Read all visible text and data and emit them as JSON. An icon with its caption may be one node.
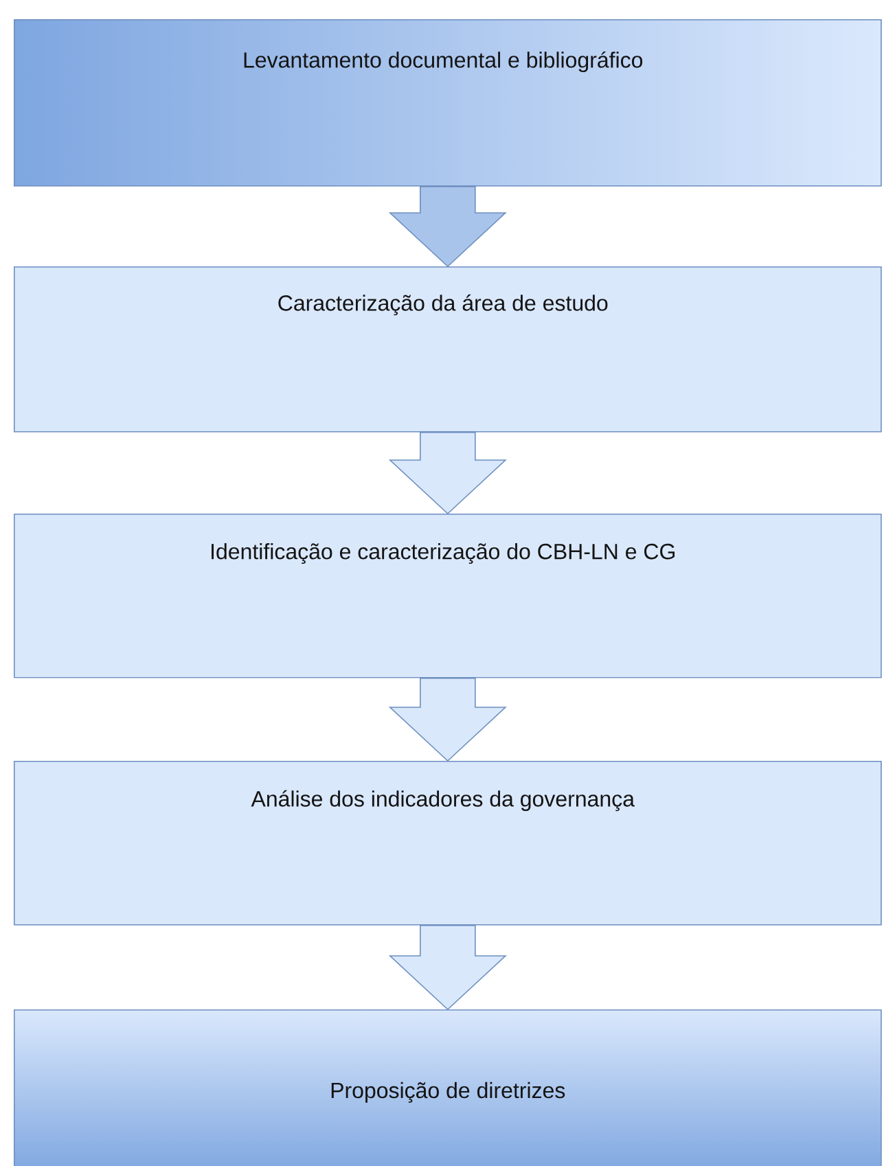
{
  "diagram": {
    "nodes": [
      {
        "text": [
          "Levantamento documental e bibliográfico"
        ]
      },
      {
        "text": [
          "Caracterização da área de estudo"
        ]
      },
      {
        "text": [
          "Identificação e caracterização do CBH-LN e CG"
        ]
      },
      {
        "text": [
          "Análise dos indicadores da governança"
        ]
      },
      {
        "text": [
          "Proposição de diretrizes"
        ]
      }
    ],
    "edges": [
      {
        "from": 0,
        "to": 1,
        "arrow": "to"
      },
      {
        "from": 1,
        "to": 2,
        "arrow": "to"
      },
      {
        "from": 2,
        "to": 3,
        "arrow": "to"
      },
      {
        "from": 3,
        "to": 4,
        "arrow": "to"
      }
    ]
  }
}
